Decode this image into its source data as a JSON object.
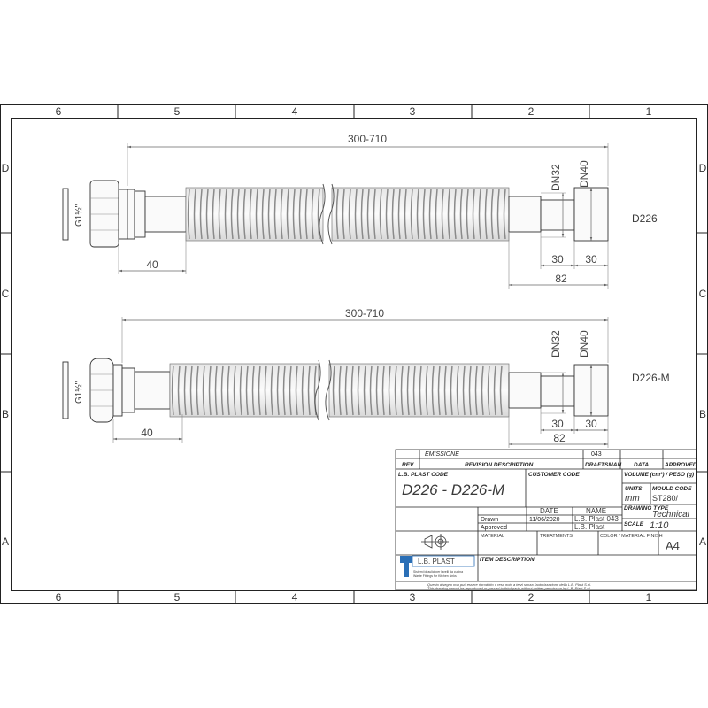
{
  "frame": {
    "columns": [
      "6",
      "5",
      "4",
      "3",
      "2",
      "1"
    ],
    "rows": [
      "D",
      "C",
      "B",
      "A"
    ]
  },
  "views": {
    "top": {
      "label": "D226",
      "overall_length": "300-710",
      "nut_thread": "G1½\"",
      "nut_offset": "40",
      "dn_small": "DN32",
      "dn_large": "DN40",
      "seg1": "30",
      "seg2": "30",
      "tail_length": "82"
    },
    "bottom": {
      "label": "D226-M",
      "overall_length": "300-710",
      "nut_thread": "G1½\"",
      "nut_offset": "40",
      "dn_small": "DN32",
      "dn_large": "DN40",
      "seg1": "30",
      "seg2": "30",
      "tail_length": "82"
    }
  },
  "title_block": {
    "emissione_label": "EMISSIONE",
    "emissione_value": "043",
    "rev_label": "REV.",
    "rev_desc_label": "REVISION DESCRIPTION",
    "draftsman_label": "DRAFTSMAN",
    "data_label": "DATA",
    "approved_label": "APPROVED",
    "code_label": "L.B. PLAST CODE",
    "customer_code_label": "CUSTOMER CODE",
    "volume_label": "VOLUME (cm³) / PESO (g)",
    "code_value": "D226 - D226-M",
    "units_label": "UNITS",
    "units_value": "mm",
    "mould_code_label": "MOULD CODE",
    "mould_code_value": "ST280/",
    "date_header": "DATE",
    "name_header": "NAME",
    "drawn_label": "Drawn",
    "drawn_date": "11/06/2020",
    "drawn_name": "L.B. Plast 043",
    "approved_row_label": "Approved",
    "approved_name": "L.B. Plast",
    "drawing_type_label": "DRAWING TYPE",
    "drawing_type_value": "Technical",
    "scale_label": "SCALE",
    "scale_value": "1:10",
    "material_label": "MATERIAL",
    "treatments_label": "TREATMENTS",
    "color_label": "COLOR / MATERIAL FINISH",
    "sheet_size": "A4",
    "company_name": "L.B. PLAST",
    "company_tag1": "Sistemi idraulici per lavelli da cucina",
    "company_tag2": "Waste Fittings for Kitchen sinks",
    "item_desc_label": "ITEM DESCRIPTION",
    "footer1": "Questo disegno non può essere riprodotto o reso noto a terzi senza l'autorizzazione della L.B. Plast S.r.l.",
    "footer2": "This drawing cannot be reproduced or passed to third party without written permission by L.B. Plast S.r.l."
  }
}
